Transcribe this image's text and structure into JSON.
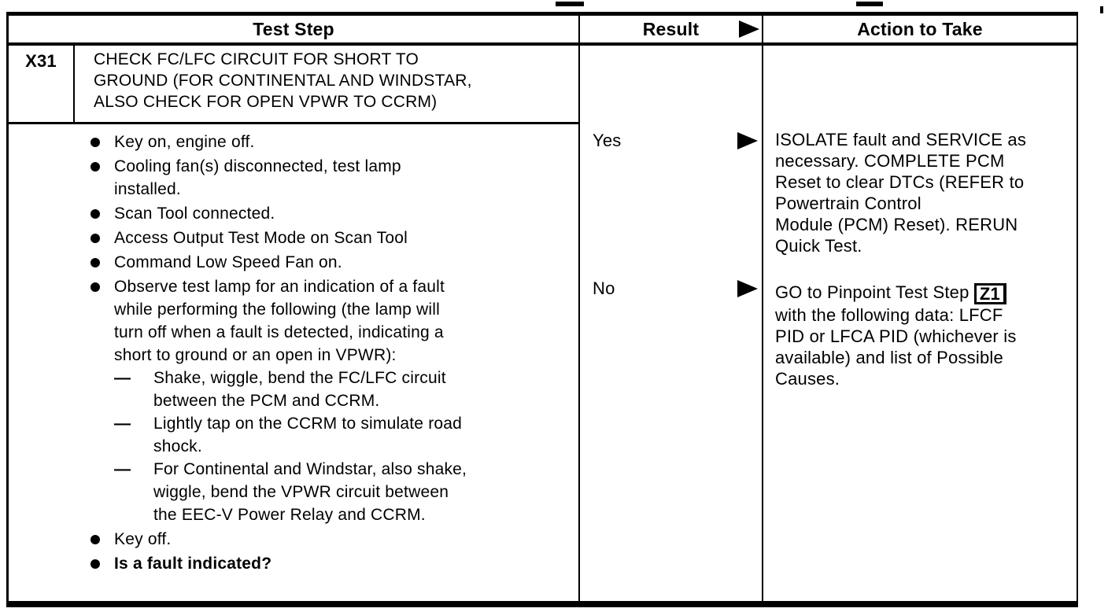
{
  "doc": {
    "headers": {
      "test_step": "Test Step",
      "result": "Result",
      "action": "Action to Take"
    },
    "step": {
      "id": "X31",
      "title": "CHECK FC/LFC CIRCUIT FOR SHORT TO\nGROUND (FOR CONTINENTAL AND WINDSTAR,\nALSO CHECK FOR OPEN VPWR TO CCRM)"
    },
    "bullets": [
      {
        "text": "Key on, engine off."
      },
      {
        "text": "Cooling fan(s) disconnected, test lamp\ninstalled."
      },
      {
        "text": "Scan Tool connected."
      },
      {
        "text": "Access Output Test Mode on Scan Tool"
      },
      {
        "text": "Command Low Speed Fan on."
      },
      {
        "text": "Observe test lamp for an indication of a fault\nwhile performing the following (the lamp will\nturn off when a fault is detected, indicating a\nshort to ground or an open in VPWR):",
        "subs": [
          "Shake, wiggle, bend the FC/LFC circuit\nbetween the PCM and CCRM.",
          "Lightly tap on the CCRM to simulate road\nshock.",
          "For Continental and Windstar, also shake,\nwiggle, bend the VPWR circuit between\nthe EEC-V Power Relay and CCRM."
        ]
      },
      {
        "text": "Key off."
      },
      {
        "text": "Is a fault indicated?",
        "bold": true
      }
    ],
    "results": [
      {
        "label": "Yes",
        "action": "ISOLATE fault and SERVICE as\nnecessary. COMPLETE PCM\nReset to clear DTCs (REFER to\nPowertrain Control\nModule (PCM) Reset). RERUN\nQuick Test."
      },
      {
        "label": "No",
        "action_prefix": "GO to Pinpoint Test Step ",
        "action_box": "Z1",
        "action_suffix": "\nwith the following data: LFCF\nPID or LFCA PID (whichever is\navailable) and list of Possible\nCauses."
      }
    ],
    "colors": {
      "ink": "#000000",
      "paper": "#ffffff"
    }
  }
}
